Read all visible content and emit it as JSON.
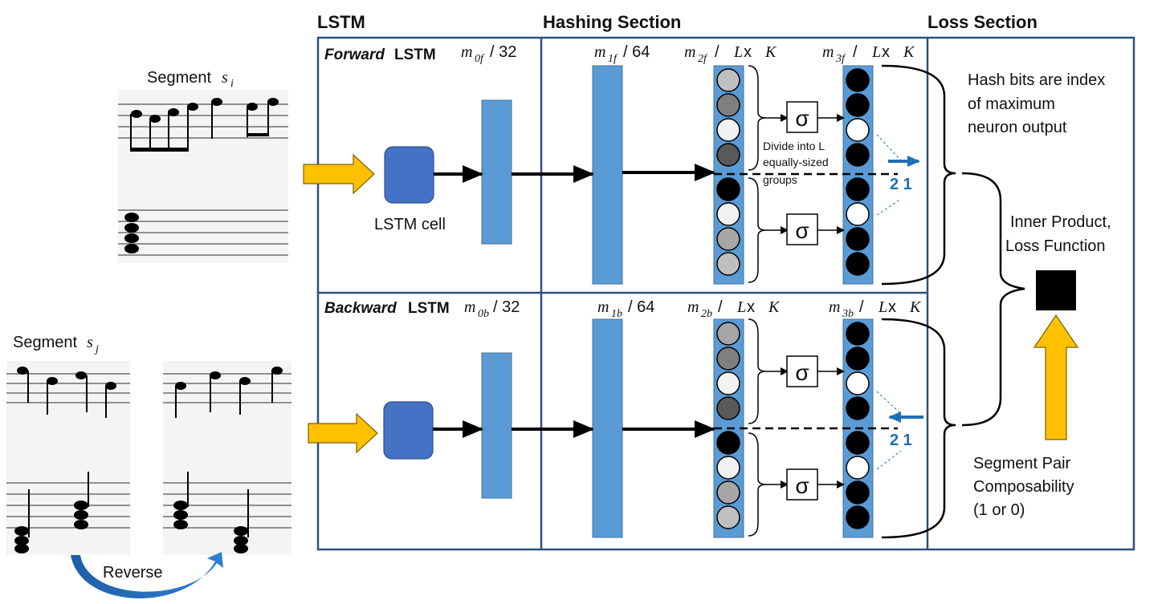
{
  "headers": {
    "lstm": "LSTM",
    "hashing": "Hashing Section",
    "loss": "Loss Section"
  },
  "segments": {
    "si_label": "Segment",
    "si_var": "s",
    "si_sub": "i",
    "sj_label": "Segment",
    "sj_var": "s",
    "sj_sub": "j",
    "reverse_label": "Reverse"
  },
  "forward": {
    "title_italic": "Forward",
    "title_rest": " LSTM",
    "m0": {
      "var": "m",
      "sub": "0f",
      "rest": " / 32"
    },
    "m1": {
      "var": "m",
      "sub": "1f",
      "rest": " / 64"
    },
    "m2": {
      "var": "m",
      "sub": "2f",
      "rest1": " / ",
      "L": "L",
      "x": " x ",
      "K": "K"
    },
    "m3": {
      "var": "m",
      "sub": "3f",
      "rest1": " / ",
      "L": "L",
      "x": " x ",
      "K": "K"
    },
    "cell_label": "LSTM cell",
    "divide_text": [
      "Divide into L",
      "equally-sized",
      "groups"
    ],
    "hash_bits": "2 1"
  },
  "backward": {
    "title_italic": "Backward",
    "title_rest": " LSTM",
    "m0": {
      "var": "m",
      "sub": "0b",
      "rest": " / 32"
    },
    "m1": {
      "var": "m",
      "sub": "1b",
      "rest": " / 64"
    },
    "m2": {
      "var": "m",
      "sub": "2b",
      "rest1": " / ",
      "L": "L",
      "x": " x ",
      "K": "K"
    },
    "m3": {
      "var": "m",
      "sub": "3b",
      "rest1": " / ",
      "L": "L",
      "x": " x ",
      "K": "K"
    },
    "hash_bits": "2 1"
  },
  "sigma": "σ",
  "loss": {
    "hash_text": [
      "Hash bits are index",
      "of maximum",
      "neuron output"
    ],
    "inner_text": [
      "Inner Product,",
      "Loss Function"
    ],
    "pair_text": [
      "Segment Pair",
      "Composability",
      "(1 or 0)"
    ]
  },
  "colors": {
    "frame": "#2f4f7f",
    "layer": "#5b9bd5",
    "cell": "#4472c4",
    "yellow": "#ffc000",
    "arrow_blue": "#1f6fb4"
  },
  "neurons": {
    "fwd_m2_top": [
      "#bfbfbf",
      "#7f7f7f",
      "#f2f2f2",
      "#595959"
    ],
    "fwd_m2_bot": [
      "#000000",
      "#f2f2f2",
      "#a6a6a6",
      "#bfbfbf"
    ],
    "fwd_m3_top": [
      "#000000",
      "#000000",
      "#ffffff",
      "#000000"
    ],
    "fwd_m3_bot": [
      "#000000",
      "#ffffff",
      "#000000",
      "#000000"
    ],
    "bwd_m2_top": [
      "#a6a6a6",
      "#7f7f7f",
      "#f2f2f2",
      "#595959"
    ],
    "bwd_m2_bot": [
      "#000000",
      "#f2f2f2",
      "#a6a6a6",
      "#bfbfbf"
    ],
    "bwd_m3_top": [
      "#000000",
      "#000000",
      "#ffffff",
      "#000000"
    ],
    "bwd_m3_bot": [
      "#000000",
      "#ffffff",
      "#000000",
      "#000000"
    ]
  }
}
